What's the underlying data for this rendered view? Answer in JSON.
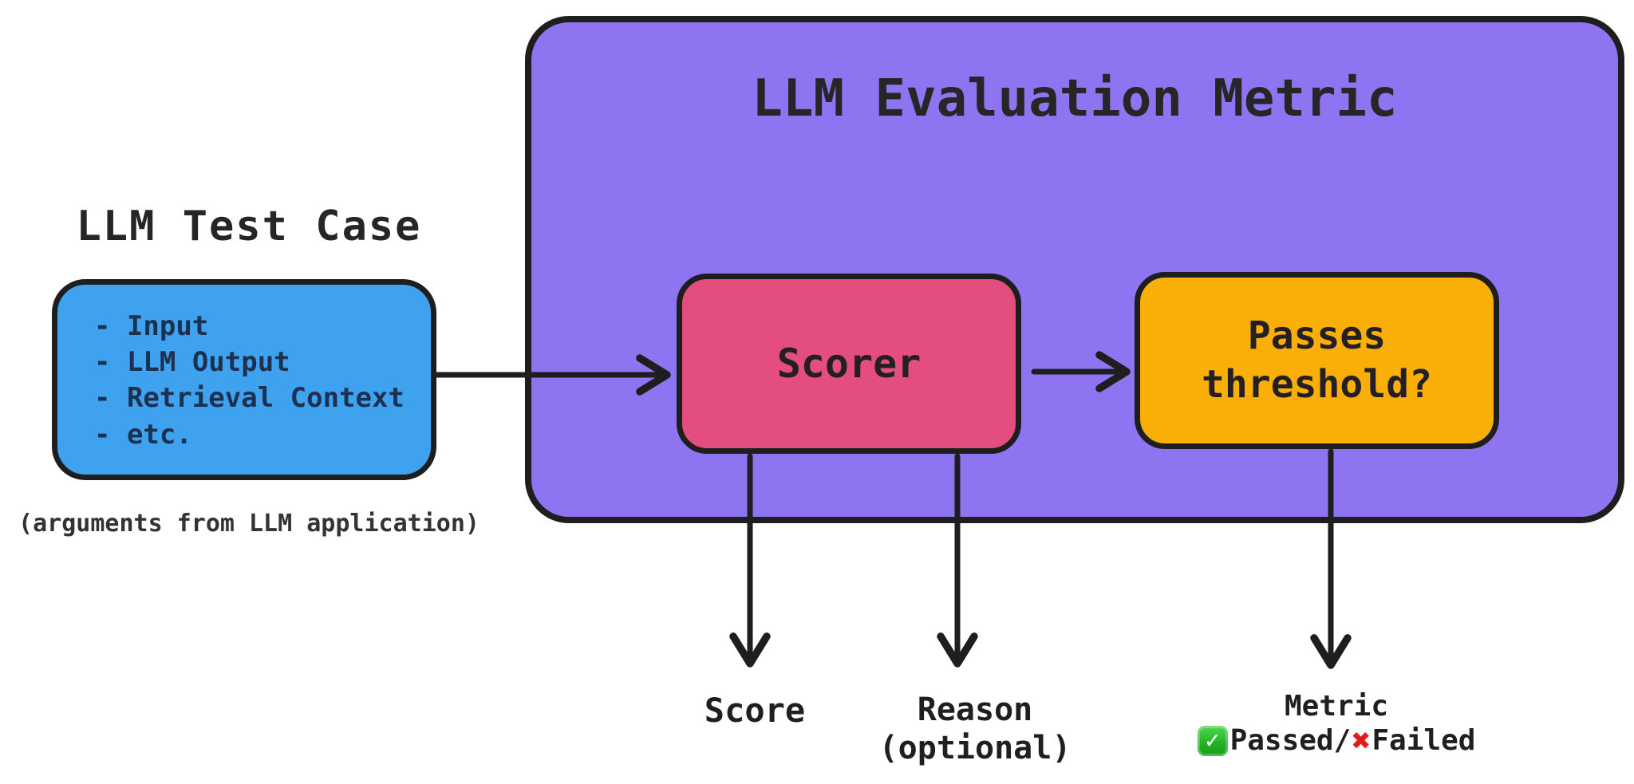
{
  "test_case": {
    "title": "LLM Test Case",
    "items": [
      "- Input",
      "- LLM Output",
      "- Retrieval Context",
      "- etc."
    ],
    "caption": "(arguments from LLM application)"
  },
  "evaluation": {
    "title": "LLM Evaluation Metric",
    "scorer_label": "Scorer",
    "threshold_lines": [
      "Passes",
      "threshold?"
    ]
  },
  "outputs": {
    "score": "Score",
    "reason_lines": [
      "Reason",
      "(optional)"
    ],
    "metric": "Metric",
    "passed": "Passed/",
    "failed": "Failed"
  },
  "icons": {
    "passed_icon": "green-check-box",
    "failed_icon": "red-cross-mark",
    "check_glyph": "✓",
    "cross_glyph": "✖"
  },
  "colors": {
    "test_case_box": "#3FA2EE",
    "test_case_text": "#1C3050",
    "evaluation_box": "#8F74F2",
    "scorer_box": "#E44E7F",
    "threshold_box": "#F9AE08",
    "outline": "#1E1E1E",
    "check_green": "#21B021",
    "cross_red": "#E21B1B",
    "background": "#FFFFFF"
  }
}
